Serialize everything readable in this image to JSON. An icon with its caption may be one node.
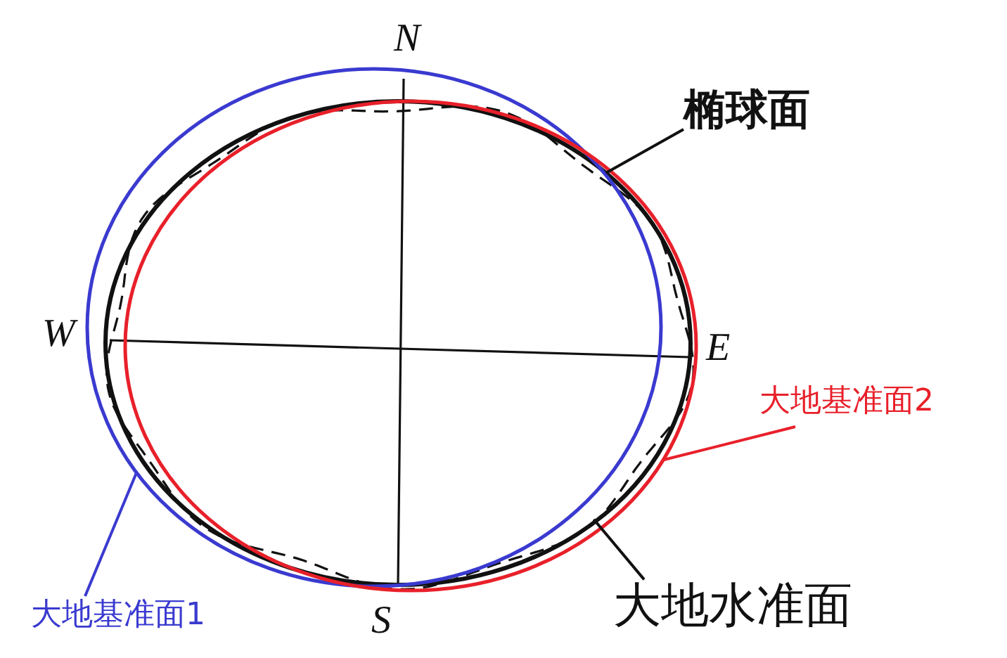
{
  "diagram": {
    "nodes": [
      {
        "text": [],
        "shape": "circle"
      },
      {
        "text": [],
        "shape": "circle"
      },
      {
        "text": [],
        "shape": "circle"
      },
      {
        "text": [],
        "shape": "circle"
      },
      {
        "text": [
          "椭球面"
        ]
      },
      {
        "text": [
          "大地基准面2"
        ]
      },
      {
        "text": [
          "大地基准面1"
        ]
      },
      {
        "text": [
          "大地水准面"
        ]
      }
    ],
    "edges": [
      {
        "from": 4,
        "to": 0,
        "arrow": "none"
      },
      {
        "from": 5,
        "to": 3,
        "arrow": "none",
        "color": "#e8202a"
      },
      {
        "from": 6,
        "to": 2,
        "arrow": "none",
        "color": "#3a3ad0"
      },
      {
        "from": 7,
        "to": 1,
        "arrow": "none"
      }
    ],
    "labels": [
      "N",
      "W",
      "E",
      "S"
    ]
  }
}
